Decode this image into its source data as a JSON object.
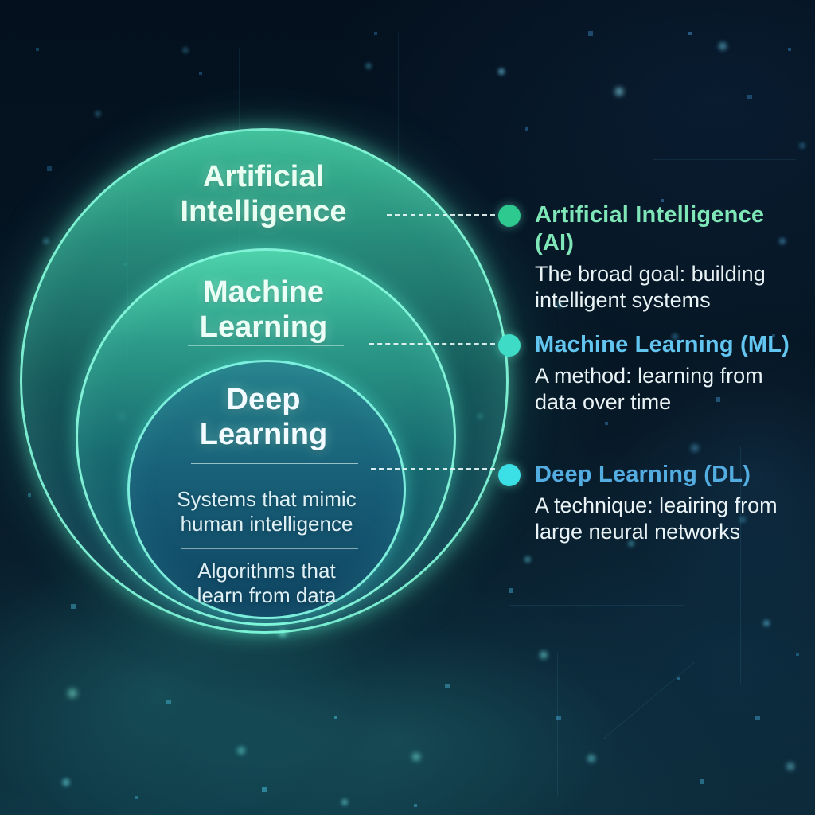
{
  "diagram": {
    "circles": [
      {
        "id": "artificial-intelligence",
        "lines": [
          "Artificial",
          "Intelligence"
        ]
      },
      {
        "id": "machine-learning",
        "lines": [
          "Machine",
          "Learning"
        ]
      },
      {
        "id": "deep-learning",
        "lines": [
          "Deep",
          "Learning"
        ]
      }
    ],
    "notes": [
      {
        "lines": [
          "Systems that mimic",
          "human intelligence"
        ]
      },
      {
        "lines": [
          "Algorithms that",
          "learn from data"
        ]
      }
    ]
  },
  "legend": {
    "items": [
      {
        "title": "Artificial Intelligence (AI)",
        "desc": [
          "The broad goal: building",
          "intelligent systems"
        ],
        "title_color": "#7fe6b8",
        "dot_color": "#2ec98f"
      },
      {
        "title": "Machine Learning (ML)",
        "desc": [
          "A method: learning from",
          "data over time"
        ],
        "title_color": "#62c5f0",
        "dot_color": "#3edcc6"
      },
      {
        "title": "Deep Learning (DL)",
        "desc": [
          "A technique: leairing from",
          "large neural networks"
        ],
        "title_color": "#54ade1",
        "dot_color": "#3be0e6"
      }
    ]
  },
  "colors": {
    "background": "#04101d",
    "circle_rim_glow": "#82f5d7",
    "connector": "#ebf8f8",
    "note_text": "#dff0f4",
    "label_text": "#ecfff6"
  }
}
